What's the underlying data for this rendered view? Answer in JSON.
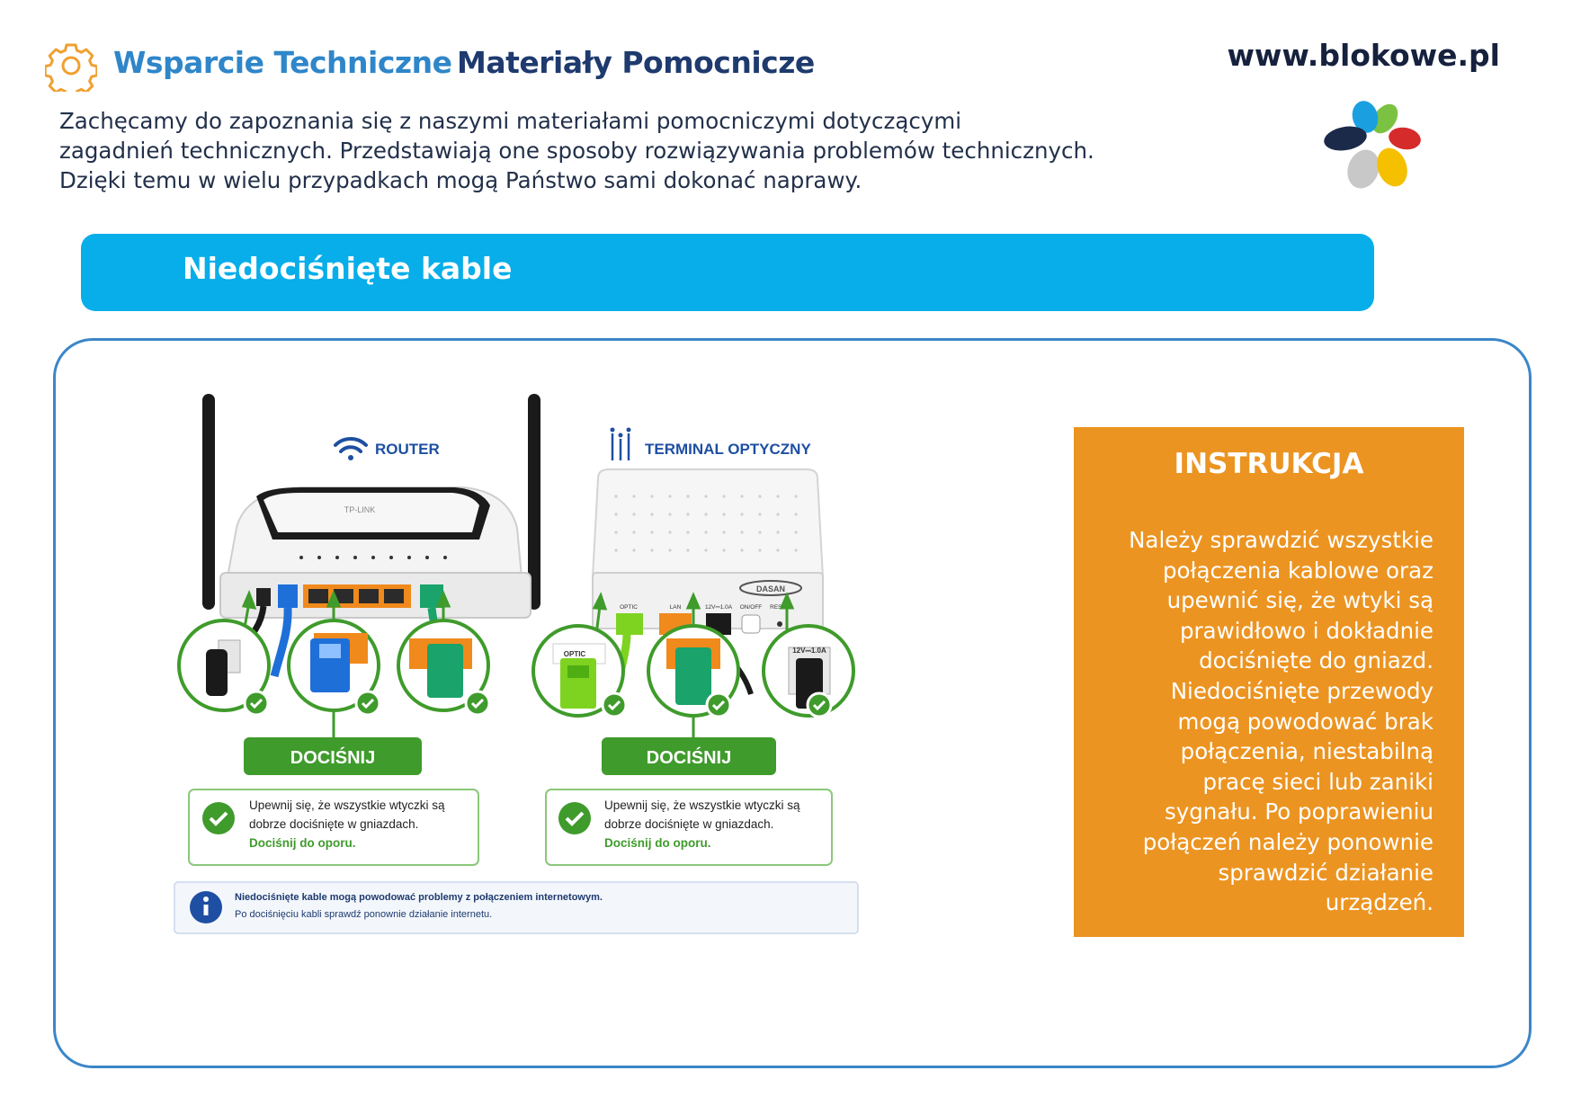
{
  "header": {
    "title_primary": "Wsparcie Techniczne",
    "title_secondary": "Materiały Pomocnicze",
    "website": "www.blokowe.pl",
    "icon": "gear-icon",
    "intro_lines": [
      "Zachęcamy do zapoznania się z naszymi materiałami pomocniczymi  dotyczącymi",
      "zagadnień technicznych. Przedstawiają one sposoby rozwiązywania problemów technicznych.",
      "Dzięki temu w wielu przypadkach mogą Państwo sami dokonać naprawy."
    ]
  },
  "section": {
    "title": "Niedociśnięte kable"
  },
  "illustration": {
    "router": {
      "heading": "ROUTER",
      "brand": "TP-LINK",
      "action_label": "DOCIŚNIJ",
      "check_text": [
        "Upewnij się, że wszystkie wtyczki są",
        "dobrze dociśnięte w gniazdach."
      ],
      "check_emphasis": "Dociśnij do oporu."
    },
    "terminal": {
      "heading": "TERMINAL OPTYCZNY",
      "brand": "DASAN",
      "port_labels": [
        "OPTIC",
        "LAN",
        "12V⎓1.0A",
        "ON/OFF",
        "RESET"
      ],
      "zoom_labels": [
        "OPTIC",
        "12V⎓1.0A"
      ],
      "action_label": "DOCIŚNIJ",
      "check_text": [
        "Upewnij się, że wszystkie wtyczki są",
        "dobrze dociśnięte w gniazdach."
      ],
      "check_emphasis": "Dociśnij do oporu."
    },
    "info": {
      "line1": "Niedociśnięte kable mogą powodować problemy z połączeniem internetowym.",
      "line2": "Po dociśnięciu kabli sprawdź ponownie działanie internetu."
    }
  },
  "instruction": {
    "title": "INSTRUKCJA",
    "lines": [
      "Należy sprawdzić wszystkie",
      "połączenia kablowe oraz",
      "upewnić się, że wtyki są",
      "prawidłowo i dokładnie",
      "dociśnięte do gniazd.",
      "Niedociśnięte przewody",
      "mogą powodować brak",
      "połączenia, niestabilną",
      "pracę sieci lub zaniki",
      "sygnału. Po poprawieniu",
      "połączeń należy ponownie",
      "sprawdzić działanie",
      "urządzeń."
    ]
  },
  "colors": {
    "brand_blue": "#2f86c9",
    "navy": "#1e3a6e",
    "banner": "#07aee9",
    "panel_border": "#3b86c9",
    "instruction_bg": "#ec9421",
    "action_green": "#3f9b2b",
    "cable_blue": "#1f6fd9",
    "cable_green": "#1aa36a",
    "cable_lime": "#7ed321",
    "port_orange": "#f08a1c"
  }
}
